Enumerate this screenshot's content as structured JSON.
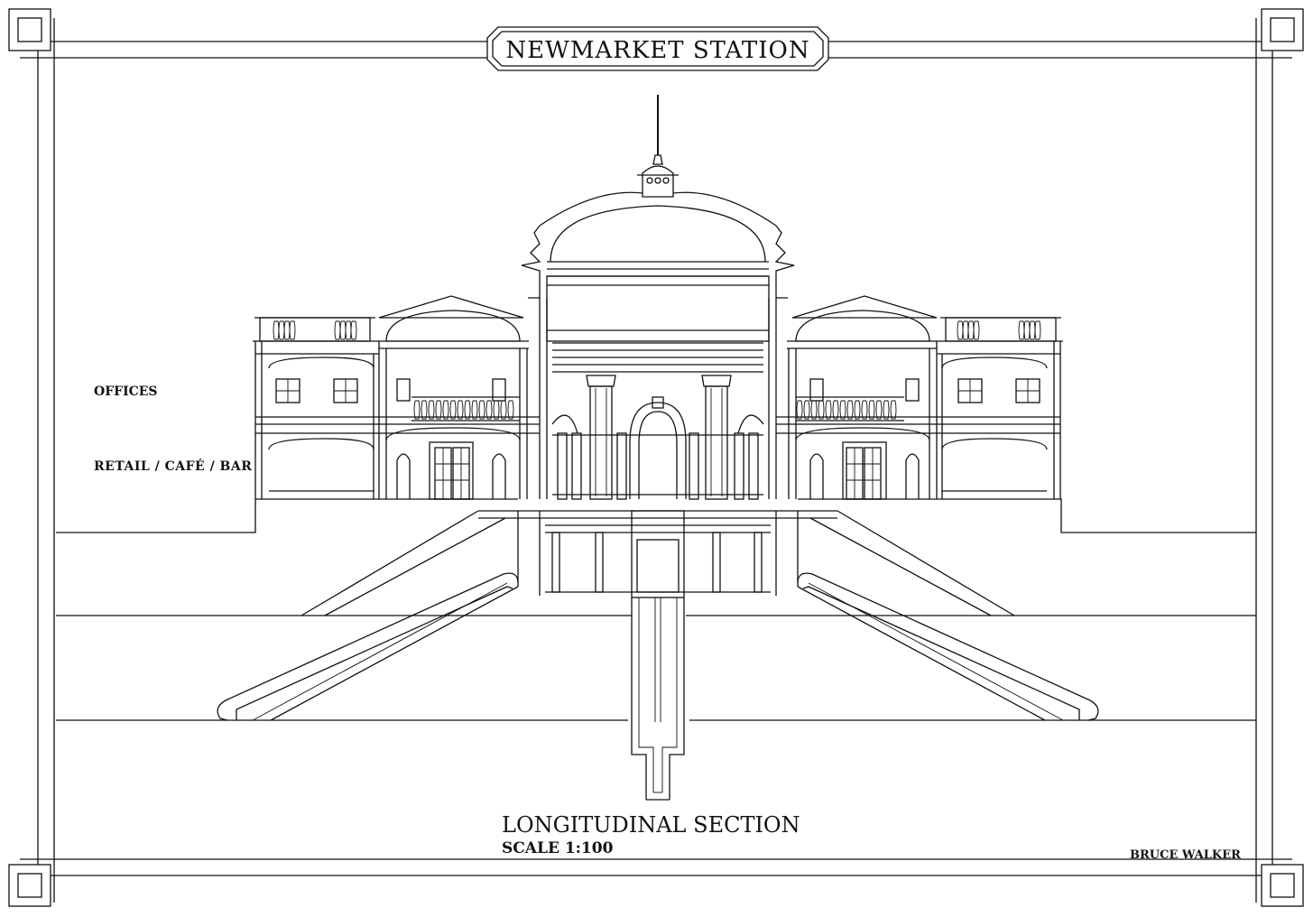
{
  "drawing": {
    "title": "NEWMARKET STATION",
    "section_title": "LONGITUDINAL SECTION",
    "scale": "SCALE 1:100",
    "author": "BRUCE WALKER"
  },
  "floor_labels": {
    "upper": "OFFICES",
    "lower": "RETAIL / CAFÉ / BAR"
  },
  "colors": {
    "ink": "#111111",
    "paper": "#ffffff"
  }
}
